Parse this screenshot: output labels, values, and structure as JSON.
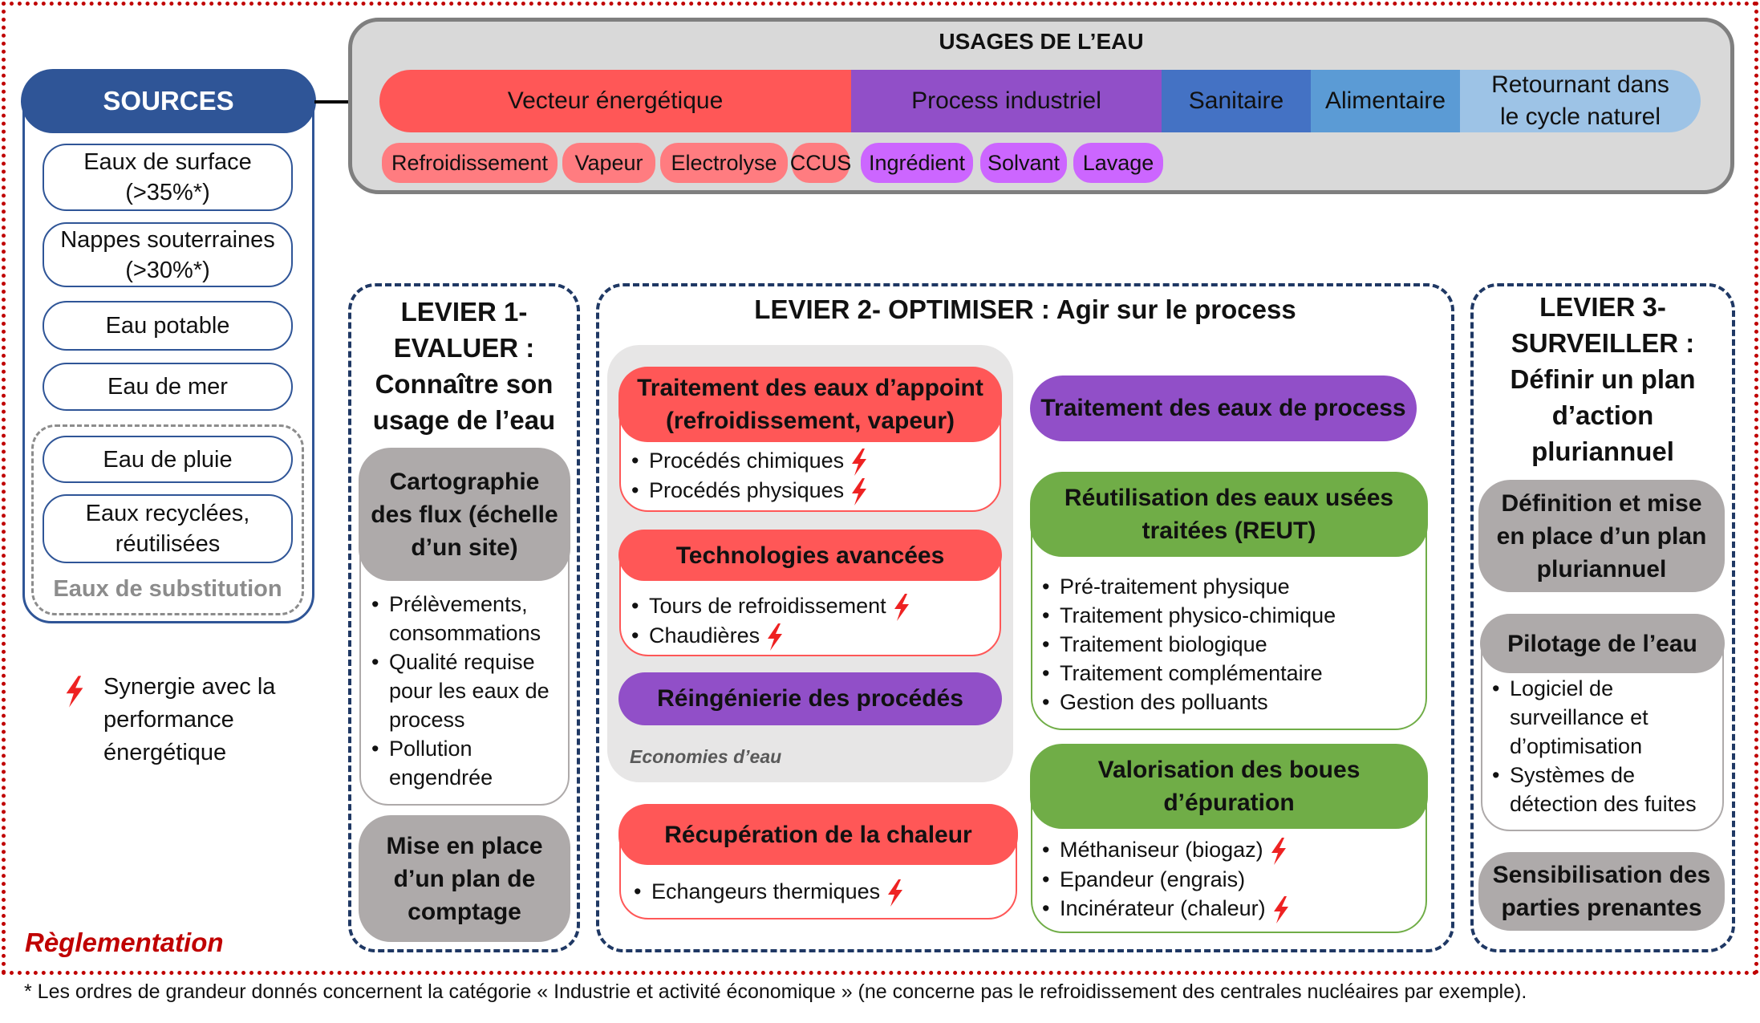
{
  "sources": {
    "title": "SOURCES",
    "items": [
      {
        "line1": "Eaux de surface",
        "line2": "(>35%*)"
      },
      {
        "line1": "Nappes souterraines",
        "line2": "(>30%*)"
      },
      {
        "line1": "Eau potable"
      },
      {
        "line1": "Eau de mer"
      },
      {
        "line1": "Eau de pluie"
      },
      {
        "line1": "Eaux recyclées,",
        "line2": "réutilisées"
      }
    ],
    "substitution_label": "Eaux de substitution"
  },
  "legend": {
    "icon": "lightning-bolt-icon",
    "lines": [
      "Synergie avec la",
      "performance",
      "énergétique"
    ]
  },
  "reglementation": "Règlementation",
  "footnote": "* Les ordres de grandeur donnés concernent la catégorie « Industrie et activité économique » (ne concerne pas le refroidissement des centrales nucléaires par exemple).",
  "usages": {
    "title": "USAGES DE L’EAU",
    "categories": [
      {
        "label": "Vecteur énergétique",
        "color": "#ff5757"
      },
      {
        "label": "Process industriel",
        "color": "#914fc8"
      },
      {
        "label": "Sanitaire",
        "color": "#4472c4"
      },
      {
        "label": "Alimentaire",
        "color": "#5b9bd5"
      },
      {
        "label_line1": "Retournant dans",
        "label_line2": "le cycle naturel",
        "color": "#9dc3e6"
      }
    ],
    "chips": [
      {
        "label": "Refroidissement",
        "color": "#ff7c80"
      },
      {
        "label": "Vapeur",
        "color": "#ff7c80"
      },
      {
        "label": "Electrolyse",
        "color": "#ff7c80"
      },
      {
        "label": "CCUS",
        "color": "#ff7c80"
      },
      {
        "label": "Ingrédient",
        "color": "#cc66ff"
      },
      {
        "label": "Solvant",
        "color": "#cc66ff"
      },
      {
        "label": "Lavage",
        "color": "#cc66ff"
      }
    ]
  },
  "levier1": {
    "title": [
      "LEVIER 1-",
      "EVALUER :",
      "Connaître son",
      "usage de l’eau"
    ],
    "cartographie": {
      "title": [
        "Cartographie",
        "des flux (échelle",
        "d’un site)"
      ],
      "bullets": [
        [
          "Prélèvements,",
          "consommations"
        ],
        [
          "Qualité requise",
          "pour les eaux de",
          "process"
        ],
        [
          "Pollution",
          "engendrée"
        ]
      ]
    },
    "comptage": [
      "Mise en place",
      "d’un plan de",
      "comptage"
    ]
  },
  "levier2": {
    "title": "LEVIER 2- OPTIMISER : Agir sur le process",
    "economies_label": "Economies d’eau",
    "appoint": {
      "title": [
        "Traitement des eaux d’appoint",
        "(refroidissement, vapeur)"
      ],
      "bullets": [
        {
          "text": "Procédés chimiques",
          "bolt": true
        },
        {
          "text": "Procédés physiques",
          "bolt": true
        }
      ]
    },
    "technologies": {
      "title": "Technologies avancées",
      "bullets": [
        {
          "text": "Tours de refroidissement",
          "bolt": true
        },
        {
          "text": "Chaudières",
          "bolt": true
        }
      ]
    },
    "reingenierie": "Réingénierie des procédés",
    "chaleur": {
      "title": "Récupération de la chaleur",
      "bullets": [
        {
          "text": "Echangeurs thermiques",
          "bolt": true
        }
      ]
    },
    "process_water": "Traitement des eaux de process",
    "reut": {
      "title": [
        "Réutilisation des eaux usées",
        "traitées (REUT)"
      ],
      "bullets": [
        "Pré-traitement physique",
        "Traitement physico-chimique",
        "Traitement biologique",
        "Traitement complémentaire",
        "Gestion des polluants"
      ]
    },
    "boues": {
      "title": [
        "Valorisation des boues",
        "d’épuration"
      ],
      "bullets": [
        {
          "text": "Méthaniseur (biogaz)",
          "bolt": true
        },
        {
          "text": "Epandeur (engrais)",
          "bolt": false
        },
        {
          "text": "Incinérateur (chaleur)",
          "bolt": true
        }
      ]
    }
  },
  "levier3": {
    "title": [
      "LEVIER 3-",
      "SURVEILLER :",
      "Définir un plan",
      "d’action",
      "pluriannuel"
    ],
    "plan": [
      "Définition et mise",
      "en place d’un plan",
      "pluriannuel"
    ],
    "pilotage": {
      "title": "Pilotage de l’eau",
      "bullets": [
        [
          "Logiciel de",
          "surveillance et",
          "d’optimisation"
        ],
        [
          "Systèmes de",
          "détection des fuites"
        ]
      ]
    },
    "sensibilisation": [
      "Sensibilisation des",
      "parties prenantes"
    ]
  }
}
